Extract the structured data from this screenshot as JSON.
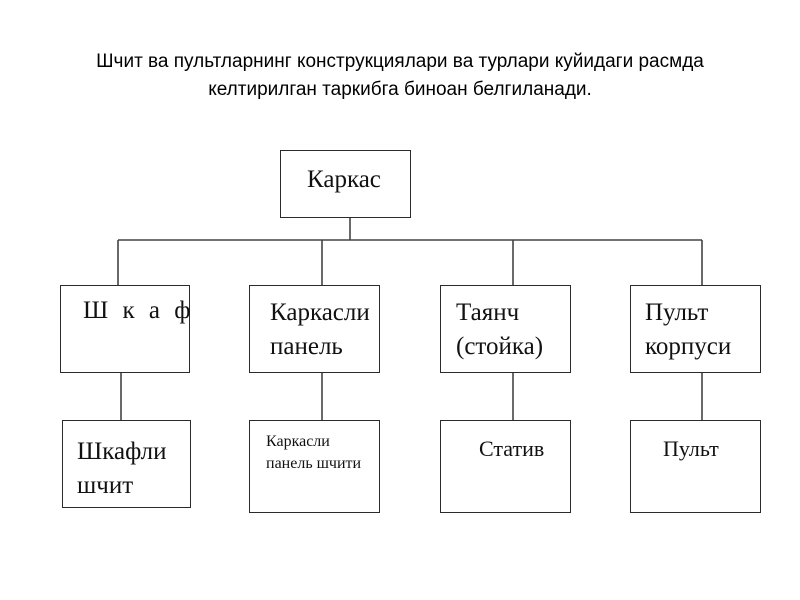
{
  "heading": {
    "line1": "Шчит ва пультларнинг конструкциялари ва турлари куйидаги расмда",
    "line2": "келтирилган таркибга биноан белгиланади."
  },
  "diagram": {
    "root": "Каркас",
    "level1": [
      {
        "line1": "Ш к а ф"
      },
      {
        "line1": "Каркасли",
        "line2": "панель"
      },
      {
        "line1": "Таянч",
        "line2": "(стойка)"
      },
      {
        "line1": "Пульт",
        "line2": "корпуси"
      }
    ],
    "level2": [
      {
        "line1": "Шкафли",
        "line2": "шчит"
      },
      {
        "line1": "Каркасли",
        "line2": "панель шчити"
      },
      {
        "line1": "Статив"
      },
      {
        "line1": "Пульт"
      }
    ]
  }
}
